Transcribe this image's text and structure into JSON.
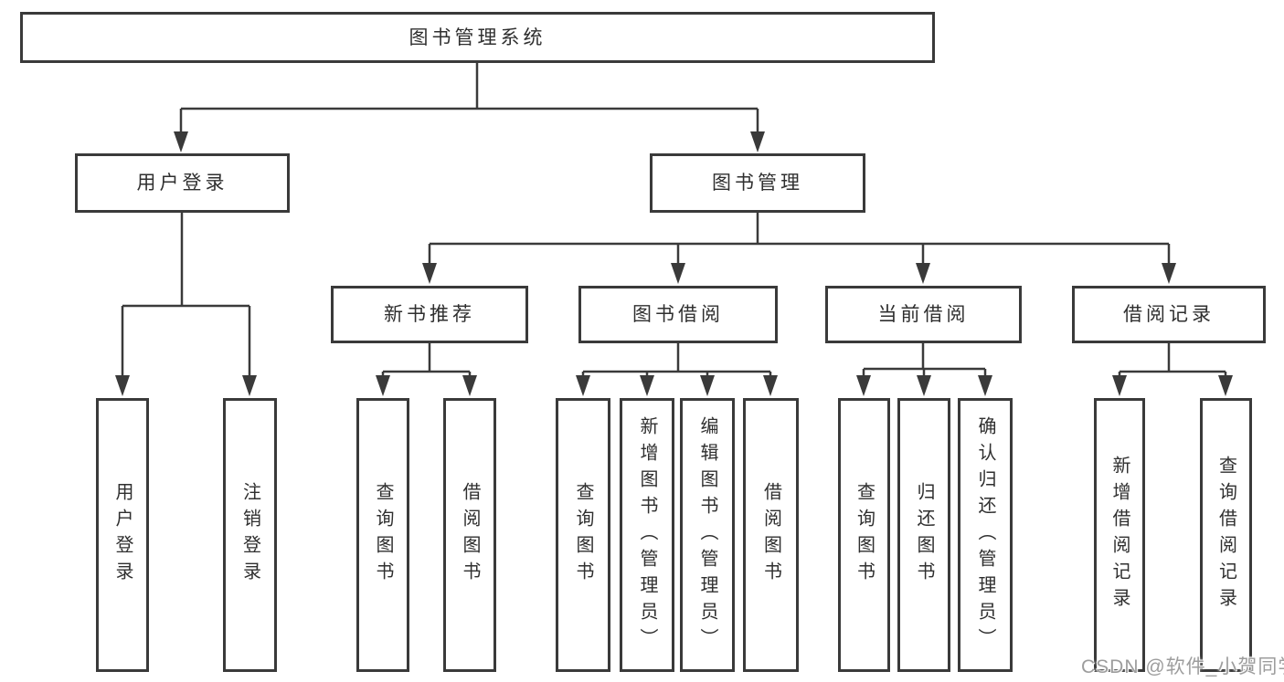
{
  "colors": {
    "background": "#ffffff",
    "line": "#3a3a3a",
    "box_border": "#3a3a3a",
    "text": "#2f2f2f",
    "watermark": "#9d9d9d"
  },
  "nodes": {
    "root": "图书管理系统",
    "user_login": "用户登录",
    "book_management": "图书管理",
    "new_book_recommend": "新书推荐",
    "book_borrow": "图书借阅",
    "current_borrow": "当前借阅",
    "borrow_records": "借阅记录",
    "leaf_user_login": "用户登录",
    "leaf_logout_login": "注销登录",
    "leaf_recommend_query_books": "查询图书",
    "leaf_recommend_borrow_books": "借阅图书",
    "leaf_borrow_query_books": "查询图书",
    "leaf_borrow_add_books": "新增图书（管理员）",
    "leaf_borrow_edit_books": "编辑图书（管理员）",
    "leaf_borrow_borrow_books": "借阅图书",
    "leaf_current_query_books": "查询图书",
    "leaf_current_return_books": "归还图书",
    "leaf_current_confirm_return": "确认归还（管理员）",
    "leaf_records_add_record": "新增借阅记录",
    "leaf_records_query_record": "查询借阅记录"
  },
  "watermark": "CSDN @软件_小贺同学"
}
